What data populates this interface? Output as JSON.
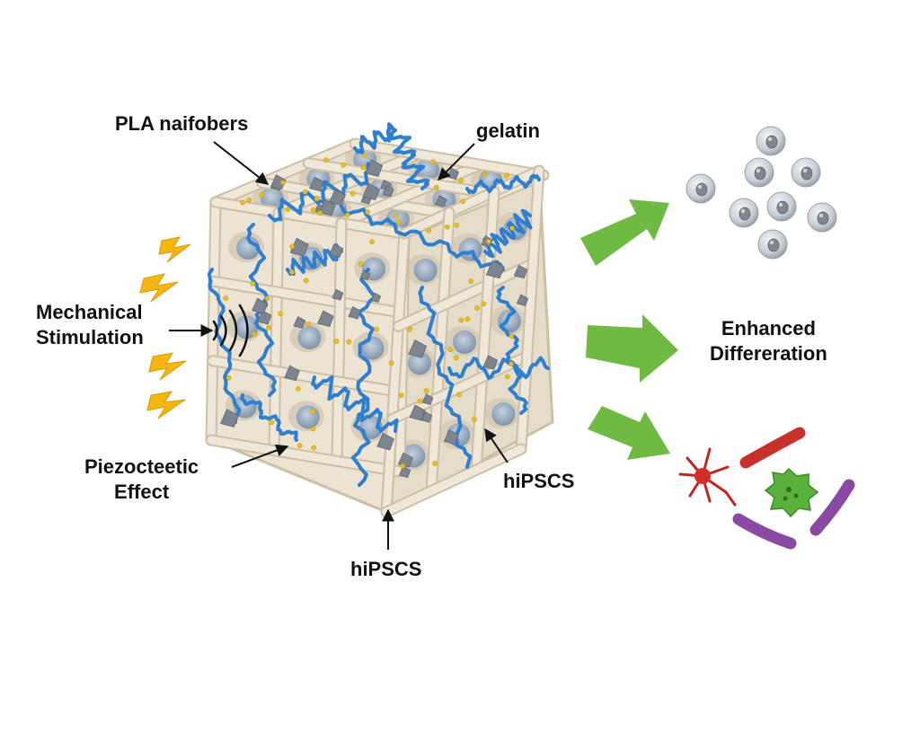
{
  "labels": {
    "pla_nanofibers": "PLA naifobers",
    "gelatin": "gelatin",
    "mechanical_line1": "Mechanical",
    "mechanical_line2": "Stimulation",
    "piezo_line1": "Piezocteetic",
    "piezo_line2": "Effect",
    "hipscs_right": "hiPSCS",
    "hipscs_bottom": "hiPSCS",
    "enhanced_line1": "Enhanced",
    "enhanced_line2": "Differeration"
  },
  "colors": {
    "scaffold": "#efe7d8",
    "scaffold_edge": "#cdbfa6",
    "fiber_blue": "#2f7fd0",
    "gelatin_gray": "#7d8690",
    "cell_blue": "#a8b8cc",
    "particle_yellow": "#e9bf1a",
    "lightning": "#f5b60f",
    "arrow_green": "#6fba43",
    "neuron_red": "#d0302a",
    "rod_red": "#c8312a",
    "green_cell": "#59b13b",
    "purple_cell": "#8a4aa3",
    "stem_cell": "#d3d7db"
  },
  "icons": [
    "lightning-bolt-icon",
    "sound-wave-icon",
    "green-arrow-icon"
  ]
}
